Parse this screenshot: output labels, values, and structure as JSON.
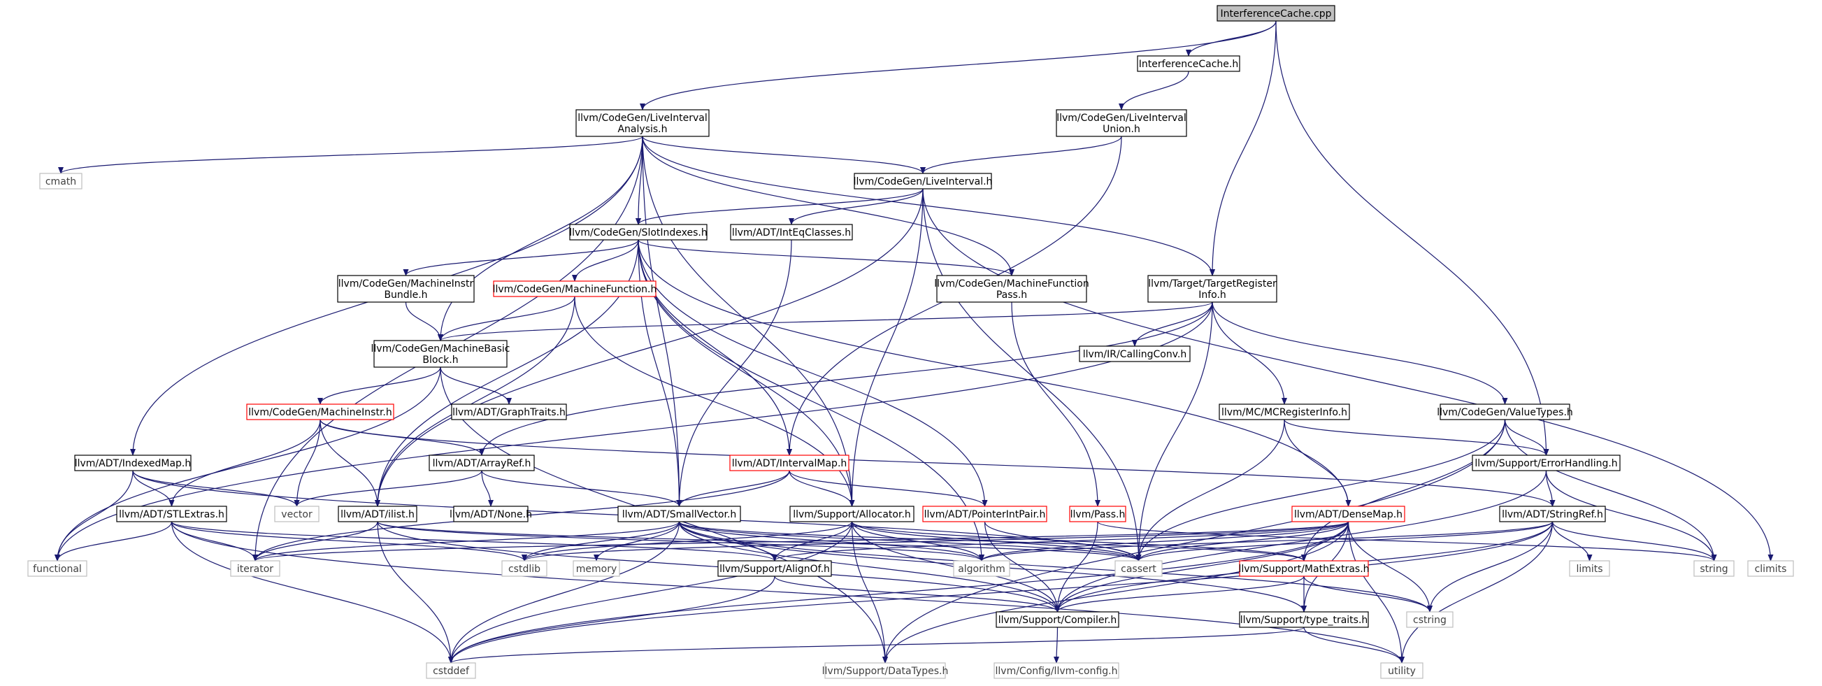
{
  "colors": {
    "edge": "#191970",
    "box_default": "#000000",
    "box_red": "#ff0000",
    "box_gray": "#bfbfbf",
    "root_fill": "#bfbfbf",
    "text": "#000000",
    "text_gray": "#404040"
  },
  "nodes": [
    {
      "id": "root",
      "style": "root",
      "lines": [
        "InterferenceCache.cpp"
      ]
    },
    {
      "id": "ich",
      "style": "default",
      "lines": [
        "InterferenceCache.h"
      ]
    },
    {
      "id": "lia",
      "style": "default",
      "lines": [
        "llvm/CodeGen/LiveInterval",
        "Analysis.h"
      ]
    },
    {
      "id": "liu",
      "style": "default",
      "lines": [
        "llvm/CodeGen/LiveInterval",
        "Union.h"
      ]
    },
    {
      "id": "cmath",
      "style": "gray",
      "lines": [
        "cmath"
      ]
    },
    {
      "id": "li",
      "style": "default",
      "lines": [
        "llvm/CodeGen/LiveInterval.h"
      ]
    },
    {
      "id": "si",
      "style": "default",
      "lines": [
        "llvm/CodeGen/SlotIndexes.h"
      ]
    },
    {
      "id": "ieq",
      "style": "default",
      "lines": [
        "llvm/ADT/IntEqClasses.h"
      ]
    },
    {
      "id": "mib",
      "style": "default",
      "lines": [
        "llvm/CodeGen/MachineInstr",
        "Bundle.h"
      ]
    },
    {
      "id": "mf",
      "style": "red",
      "lines": [
        "llvm/CodeGen/MachineFunction.h"
      ]
    },
    {
      "id": "mfp",
      "style": "default",
      "lines": [
        "llvm/CodeGen/MachineFunction",
        "Pass.h"
      ]
    },
    {
      "id": "tri",
      "style": "default",
      "lines": [
        "llvm/Target/TargetRegister",
        "Info.h"
      ]
    },
    {
      "id": "mbb",
      "style": "default",
      "lines": [
        "llvm/CodeGen/MachineBasic",
        "Block.h"
      ]
    },
    {
      "id": "cc",
      "style": "default",
      "lines": [
        "llvm/IR/CallingConv.h"
      ]
    },
    {
      "id": "mi",
      "style": "red",
      "lines": [
        "llvm/CodeGen/MachineInstr.h"
      ]
    },
    {
      "id": "gt",
      "style": "default",
      "lines": [
        "llvm/ADT/GraphTraits.h"
      ]
    },
    {
      "id": "mcri",
      "style": "default",
      "lines": [
        "llvm/MC/MCRegisterInfo.h"
      ]
    },
    {
      "id": "vt",
      "style": "default",
      "lines": [
        "llvm/CodeGen/ValueTypes.h"
      ]
    },
    {
      "id": "im",
      "style": "default",
      "lines": [
        "llvm/ADT/IndexedMap.h"
      ]
    },
    {
      "id": "ar",
      "style": "default",
      "lines": [
        "llvm/ADT/ArrayRef.h"
      ]
    },
    {
      "id": "ivm",
      "style": "red",
      "lines": [
        "llvm/ADT/IntervalMap.h"
      ]
    },
    {
      "id": "eh",
      "style": "default",
      "lines": [
        "llvm/Support/ErrorHandling.h"
      ]
    },
    {
      "id": "none",
      "style": "default",
      "lines": [
        "llvm/ADT/None.h"
      ]
    },
    {
      "id": "vector",
      "style": "gray",
      "lines": [
        "vector"
      ]
    },
    {
      "id": "stle",
      "style": "default",
      "lines": [
        "llvm/ADT/STLExtras.h"
      ]
    },
    {
      "id": "ilist",
      "style": "default",
      "lines": [
        "llvm/ADT/ilist.h"
      ]
    },
    {
      "id": "sv",
      "style": "default",
      "lines": [
        "llvm/ADT/SmallVector.h"
      ]
    },
    {
      "id": "alloc",
      "style": "default",
      "lines": [
        "llvm/Support/Allocator.h"
      ]
    },
    {
      "id": "pip",
      "style": "red",
      "lines": [
        "llvm/ADT/PointerIntPair.h"
      ]
    },
    {
      "id": "pass",
      "style": "red",
      "lines": [
        "llvm/Pass.h"
      ]
    },
    {
      "id": "dm",
      "style": "red",
      "lines": [
        "llvm/ADT/DenseMap.h"
      ]
    },
    {
      "id": "sr",
      "style": "default",
      "lines": [
        "llvm/ADT/StringRef.h"
      ]
    },
    {
      "id": "functional",
      "style": "gray",
      "lines": [
        "functional"
      ]
    },
    {
      "id": "iterator",
      "style": "gray",
      "lines": [
        "iterator"
      ]
    },
    {
      "id": "cstdlib",
      "style": "gray",
      "lines": [
        "cstdlib"
      ]
    },
    {
      "id": "memory",
      "style": "gray",
      "lines": [
        "memory"
      ]
    },
    {
      "id": "ao",
      "style": "default",
      "lines": [
        "llvm/Support/AlignOf.h"
      ]
    },
    {
      "id": "algorithm",
      "style": "gray",
      "lines": [
        "algorithm"
      ]
    },
    {
      "id": "cassert",
      "style": "gray",
      "lines": [
        "cassert"
      ]
    },
    {
      "id": "me",
      "style": "red",
      "lines": [
        "llvm/Support/MathExtras.h"
      ]
    },
    {
      "id": "limits",
      "style": "gray",
      "lines": [
        "limits"
      ]
    },
    {
      "id": "string",
      "style": "gray",
      "lines": [
        "string"
      ]
    },
    {
      "id": "climits",
      "style": "gray",
      "lines": [
        "climits"
      ]
    },
    {
      "id": "comp",
      "style": "default",
      "lines": [
        "llvm/Support/Compiler.h"
      ]
    },
    {
      "id": "cstring",
      "style": "gray",
      "lines": [
        "cstring"
      ]
    },
    {
      "id": "tt",
      "style": "default",
      "lines": [
        "llvm/Support/type_traits.h"
      ]
    },
    {
      "id": "cstddef",
      "style": "gray",
      "lines": [
        "cstddef"
      ]
    },
    {
      "id": "dt",
      "style": "gray",
      "lines": [
        "llvm/Support/DataTypes.h"
      ]
    },
    {
      "id": "cfg",
      "style": "gray",
      "lines": [
        "llvm/Config/llvm-config.h"
      ]
    },
    {
      "id": "utility",
      "style": "gray",
      "lines": [
        "utility"
      ]
    }
  ],
  "edges": [
    [
      "root",
      "ich"
    ],
    [
      "root",
      "lia"
    ],
    [
      "root",
      "tri"
    ],
    [
      "root",
      "eh"
    ],
    [
      "ich",
      "liu"
    ],
    [
      "liu",
      "li"
    ],
    [
      "liu",
      "ivm"
    ],
    [
      "lia",
      "cmath"
    ],
    [
      "lia",
      "li"
    ],
    [
      "lia",
      "si"
    ],
    [
      "lia",
      "mfp"
    ],
    [
      "lia",
      "tri"
    ],
    [
      "lia",
      "mbb"
    ],
    [
      "lia",
      "im"
    ],
    [
      "lia",
      "iterator"
    ],
    [
      "lia",
      "sv"
    ],
    [
      "lia",
      "alloc"
    ],
    [
      "li",
      "si"
    ],
    [
      "li",
      "ieq"
    ],
    [
      "li",
      "ilist"
    ],
    [
      "li",
      "alloc"
    ],
    [
      "li",
      "cassert"
    ],
    [
      "li",
      "climits"
    ],
    [
      "si",
      "mib"
    ],
    [
      "si",
      "mf"
    ],
    [
      "si",
      "mfp"
    ],
    [
      "si",
      "ivm"
    ],
    [
      "si",
      "pip"
    ],
    [
      "si",
      "sv"
    ],
    [
      "si",
      "alloc"
    ],
    [
      "si",
      "ilist"
    ],
    [
      "si",
      "dm"
    ],
    [
      "si",
      "algorithm"
    ],
    [
      "ieq",
      "sv"
    ],
    [
      "mib",
      "mbb"
    ],
    [
      "mf",
      "mbb"
    ],
    [
      "mf",
      "alloc"
    ],
    [
      "mf",
      "ilist"
    ],
    [
      "mfp",
      "pass"
    ],
    [
      "tri",
      "mbb"
    ],
    [
      "tri",
      "cc"
    ],
    [
      "tri",
      "mcri"
    ],
    [
      "tri",
      "vt"
    ],
    [
      "tri",
      "ar"
    ],
    [
      "tri",
      "functional"
    ],
    [
      "tri",
      "cassert"
    ],
    [
      "mbb",
      "mi"
    ],
    [
      "mbb",
      "gt"
    ],
    [
      "mbb",
      "functional"
    ],
    [
      "mbb",
      "dt"
    ],
    [
      "mi",
      "ar"
    ],
    [
      "mi",
      "stle"
    ],
    [
      "mi",
      "ilist"
    ],
    [
      "mi",
      "vector"
    ],
    [
      "mi",
      "sr"
    ],
    [
      "mcri",
      "dm"
    ],
    [
      "mcri",
      "eh"
    ],
    [
      "mcri",
      "cassert"
    ],
    [
      "vt",
      "eh"
    ],
    [
      "vt",
      "me"
    ],
    [
      "vt",
      "string"
    ],
    [
      "vt",
      "cassert"
    ],
    [
      "vt",
      "dt"
    ],
    [
      "im",
      "stle"
    ],
    [
      "im",
      "vector"
    ],
    [
      "im",
      "functional"
    ],
    [
      "im",
      "cassert"
    ],
    [
      "ar",
      "none"
    ],
    [
      "ar",
      "sv"
    ],
    [
      "ar",
      "vector"
    ],
    [
      "ivm",
      "sv"
    ],
    [
      "ivm",
      "alloc"
    ],
    [
      "ivm",
      "pip"
    ],
    [
      "ivm",
      "iterator"
    ],
    [
      "eh",
      "sr"
    ],
    [
      "eh",
      "comp"
    ],
    [
      "eh",
      "string"
    ],
    [
      "stle",
      "functional"
    ],
    [
      "stle",
      "iterator"
    ],
    [
      "stle",
      "cstddef"
    ],
    [
      "stle",
      "cstdlib"
    ],
    [
      "stle",
      "ao"
    ],
    [
      "stle",
      "utility"
    ],
    [
      "ilist",
      "iterator"
    ],
    [
      "ilist",
      "cstddef"
    ],
    [
      "ilist",
      "comp"
    ],
    [
      "ilist",
      "algorithm"
    ],
    [
      "ilist",
      "cassert"
    ],
    [
      "sv",
      "ao"
    ],
    [
      "sv",
      "comp"
    ],
    [
      "sv",
      "me"
    ],
    [
      "sv",
      "type_traits"
    ],
    [
      "sv",
      "algorithm"
    ],
    [
      "sv",
      "cassert"
    ],
    [
      "sv",
      "cstddef"
    ],
    [
      "sv",
      "cstdlib"
    ],
    [
      "sv",
      "cstring"
    ],
    [
      "sv",
      "iterator"
    ],
    [
      "sv",
      "memory"
    ],
    [
      "sv",
      "tt"
    ],
    [
      "alloc",
      "ao"
    ],
    [
      "alloc",
      "dt"
    ],
    [
      "alloc",
      "me"
    ],
    [
      "alloc",
      "comp"
    ],
    [
      "alloc",
      "cassert"
    ],
    [
      "alloc",
      "algorithm"
    ],
    [
      "alloc",
      "cstddef"
    ],
    [
      "alloc",
      "cstdlib"
    ],
    [
      "pip",
      "comp"
    ],
    [
      "pip",
      "cassert"
    ],
    [
      "pass",
      "comp"
    ],
    [
      "pass",
      "string"
    ],
    [
      "dm",
      "algorithm"
    ],
    [
      "dm",
      "cassert"
    ],
    [
      "dm",
      "ao"
    ],
    [
      "dm",
      "comp"
    ],
    [
      "dm",
      "me"
    ],
    [
      "dm",
      "tt"
    ],
    [
      "dm",
      "iterator"
    ],
    [
      "dm",
      "cstddef"
    ],
    [
      "dm",
      "cstring"
    ],
    [
      "dm",
      "utility"
    ],
    [
      "dm",
      "cstdlib"
    ],
    [
      "dm",
      "dt"
    ],
    [
      "sr",
      "algorithm"
    ],
    [
      "sr",
      "cassert"
    ],
    [
      "sr",
      "comp"
    ],
    [
      "sr",
      "cstring"
    ],
    [
      "sr",
      "limits"
    ],
    [
      "sr",
      "string"
    ],
    [
      "sr",
      "utility"
    ],
    [
      "sr",
      "cstddef"
    ],
    [
      "ao",
      "comp"
    ],
    [
      "ao",
      "cstddef"
    ],
    [
      "me",
      "comp"
    ],
    [
      "me",
      "tt"
    ],
    [
      "me",
      "cstring"
    ],
    [
      "comp",
      "cfg"
    ],
    [
      "tt",
      "utility"
    ],
    [
      "tt",
      "cstddef"
    ]
  ]
}
